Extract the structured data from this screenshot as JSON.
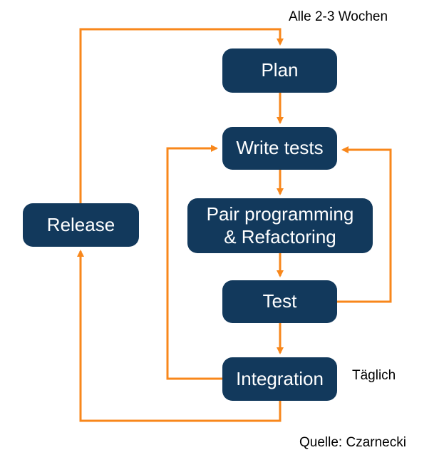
{
  "diagram": {
    "type": "flowchart",
    "topic": "XP / agile development cycle"
  },
  "nodes": {
    "plan": {
      "label": "Plan"
    },
    "write_tests": {
      "label": "Write tests"
    },
    "pair_programming": {
      "label": "Pair programming\n& Refactoring"
    },
    "test": {
      "label": "Test"
    },
    "integration": {
      "label": "Integration"
    },
    "release": {
      "label": "Release"
    }
  },
  "edges": [
    {
      "from": "plan",
      "to": "write_tests"
    },
    {
      "from": "write_tests",
      "to": "pair_programming"
    },
    {
      "from": "pair_programming",
      "to": "test"
    },
    {
      "from": "test",
      "to": "integration"
    },
    {
      "from": "test",
      "to": "write_tests"
    },
    {
      "from": "integration",
      "to": "write_tests"
    },
    {
      "from": "integration",
      "to": "release"
    },
    {
      "from": "release",
      "to": "plan"
    }
  ],
  "annotations": {
    "cycle_label": "Alle 2-3 Wochen",
    "daily_label": "Täglich",
    "source_label": "Quelle: Czarnecki"
  },
  "colors": {
    "node_fill": "#12395c",
    "node_text": "#ffffff",
    "arrow": "#f8871b",
    "annotation_text": "#000000",
    "background": "#ffffff"
  }
}
